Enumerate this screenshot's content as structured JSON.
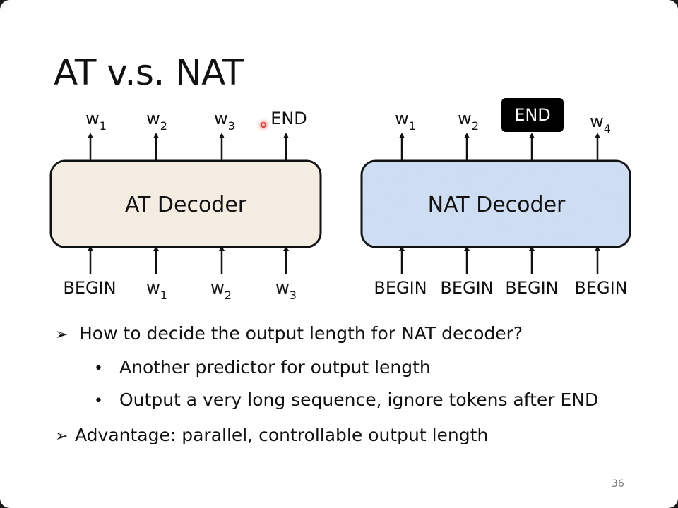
{
  "slide": {
    "title": "AT v.s. NAT",
    "page_number": "36"
  },
  "at_decoder": {
    "label": "AT Decoder",
    "fill_color": "#f7efe4",
    "outputs": [
      {
        "base": "w",
        "sub": "1"
      },
      {
        "base": "w",
        "sub": "2"
      },
      {
        "base": "w",
        "sub": "3"
      },
      {
        "base": "END",
        "sub": ""
      }
    ],
    "inputs": [
      {
        "base": "BEGIN",
        "sub": ""
      },
      {
        "base": "w",
        "sub": "1"
      },
      {
        "base": "w",
        "sub": "2"
      },
      {
        "base": "w",
        "sub": "3"
      }
    ]
  },
  "nat_decoder": {
    "label": "NAT Decoder",
    "fill_color": "#cfdff5",
    "outputs": [
      {
        "base": "w",
        "sub": "1"
      },
      {
        "base": "w",
        "sub": "2"
      },
      {
        "base": "END",
        "sub": "",
        "highlight": true
      },
      {
        "base": "w",
        "sub": "4"
      }
    ],
    "inputs": [
      {
        "base": "BEGIN",
        "sub": ""
      },
      {
        "base": "BEGIN",
        "sub": ""
      },
      {
        "base": "BEGIN",
        "sub": ""
      },
      {
        "base": "BEGIN",
        "sub": ""
      }
    ]
  },
  "bullets": {
    "question": "How to decide the output length for NAT decoder?",
    "sub_items": [
      "Another predictor for output length",
      "Output a very long sequence, ignore tokens after END"
    ],
    "advantage": "Advantage: parallel, controllable output length"
  },
  "icons": {
    "arrow_bullet": "arrow-bullet-icon",
    "dot_bullet": "dot-bullet-icon",
    "pointer": "laser-pointer-icon"
  }
}
